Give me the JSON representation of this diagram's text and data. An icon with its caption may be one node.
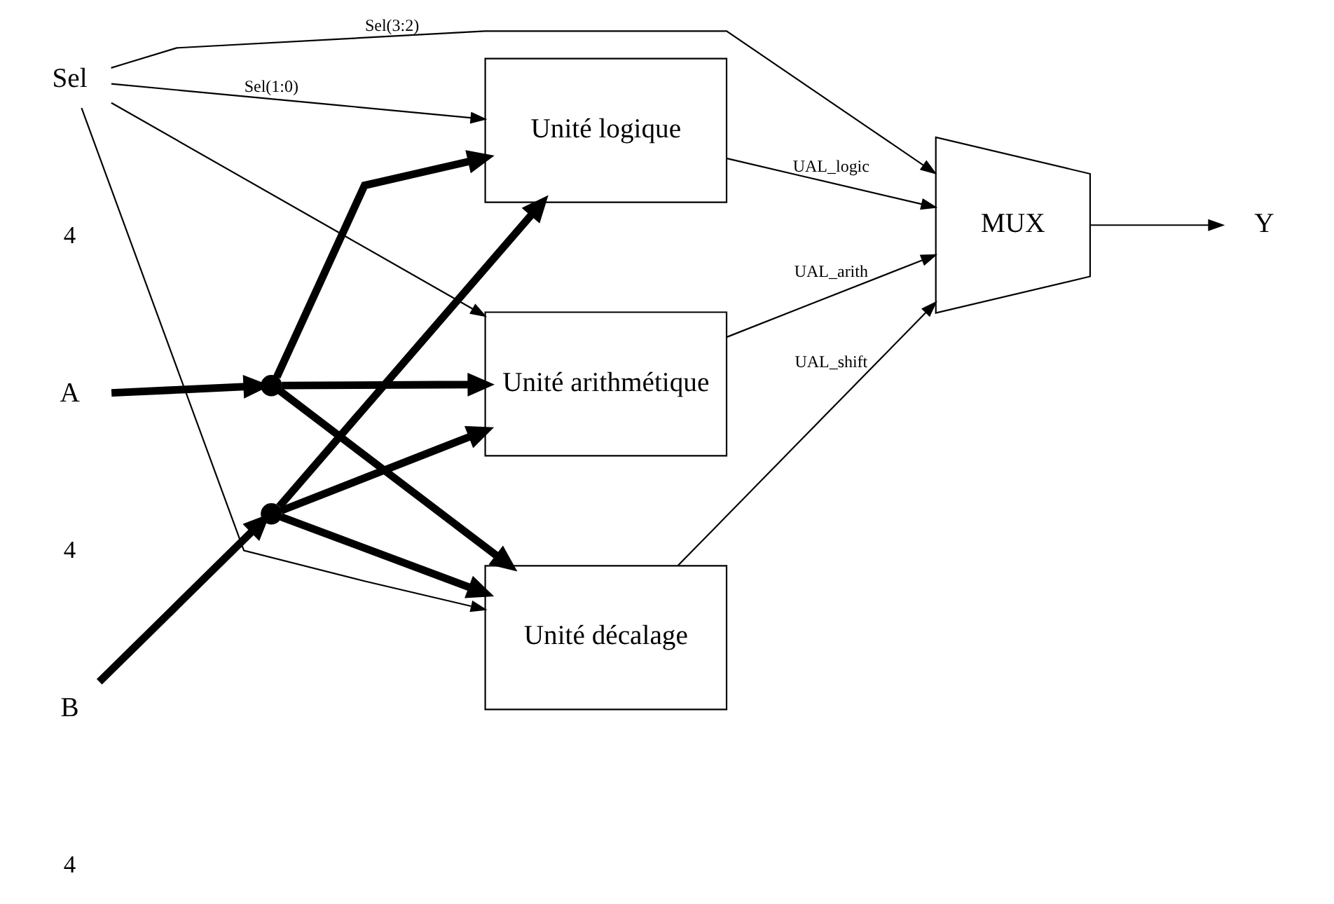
{
  "diagram": {
    "nodes": [
      {
        "text": [
          "Sel"
        ]
      },
      {
        "text": [
          "A"
        ]
      },
      {
        "text": [
          "B"
        ]
      },
      {
        "text": [],
        "shape": "circle"
      },
      {
        "text": [],
        "shape": "circle"
      },
      {
        "text": [
          "Unité logique"
        ]
      },
      {
        "text": [
          "Unité arithmétique"
        ]
      },
      {
        "text": [
          "Unité décalage"
        ]
      },
      {
        "text": [
          "MUX"
        ]
      },
      {
        "text": [
          "Y"
        ]
      }
    ],
    "edges": [
      {
        "from": 0,
        "to": 5,
        "arrow": "to",
        "label": "Sel(1:0)"
      },
      {
        "from": 0,
        "to": 6,
        "arrow": "to"
      },
      {
        "from": 0,
        "to": 7,
        "arrow": "to"
      },
      {
        "from": 0,
        "to": 8,
        "arrow": "to",
        "label": "Sel(3:2)"
      },
      {
        "from": 1,
        "to": 3,
        "arrow": "to",
        "style": "thick"
      },
      {
        "from": 3,
        "to": 5,
        "arrow": "to",
        "style": "thick"
      },
      {
        "from": 3,
        "to": 6,
        "arrow": "to",
        "style": "thick"
      },
      {
        "from": 3,
        "to": 7,
        "arrow": "to",
        "style": "thick"
      },
      {
        "from": 2,
        "to": 4,
        "arrow": "to",
        "style": "thick"
      },
      {
        "from": 4,
        "to": 5,
        "arrow": "to",
        "style": "thick"
      },
      {
        "from": 4,
        "to": 6,
        "arrow": "to",
        "style": "thick"
      },
      {
        "from": 4,
        "to": 7,
        "arrow": "to",
        "style": "thick"
      },
      {
        "from": 5,
        "to": 8,
        "arrow": "to",
        "label": "UAL_logic"
      },
      {
        "from": 6,
        "to": 8,
        "arrow": "to",
        "label": "UAL_arith"
      },
      {
        "from": 7,
        "to": 8,
        "arrow": "to",
        "label": "UAL_shift"
      },
      {
        "from": 8,
        "to": 9,
        "arrow": "to"
      }
    ],
    "labels": [
      "4",
      "4",
      "4"
    ]
  }
}
